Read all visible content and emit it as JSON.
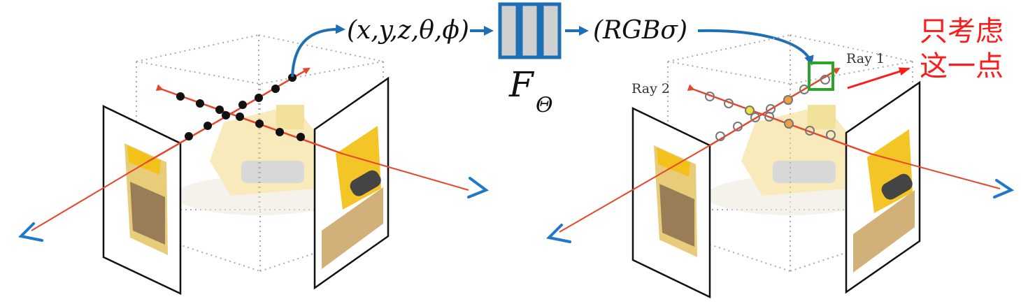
{
  "formula": {
    "input": "(x,y,z,θ,ϕ)",
    "output": "(RGBσ)",
    "network_symbol": "F",
    "network_subscript": "Θ"
  },
  "labels": {
    "ray1": "Ray 1",
    "ray2": "Ray 2"
  },
  "annotation": {
    "line1": "只考虑",
    "line2": "这一点"
  },
  "colors": {
    "ray": "#e8452a",
    "arrow_blue": "#1f6fb5",
    "camera": "#1f78c8",
    "network_fill": "#d0d0d0",
    "network_stroke": "#1f6fb5",
    "highlight_box": "#2aa52a",
    "annotation": "#ff1a1a",
    "sample_orange": "#f0a040",
    "sample_yellow": "#f0e040"
  }
}
